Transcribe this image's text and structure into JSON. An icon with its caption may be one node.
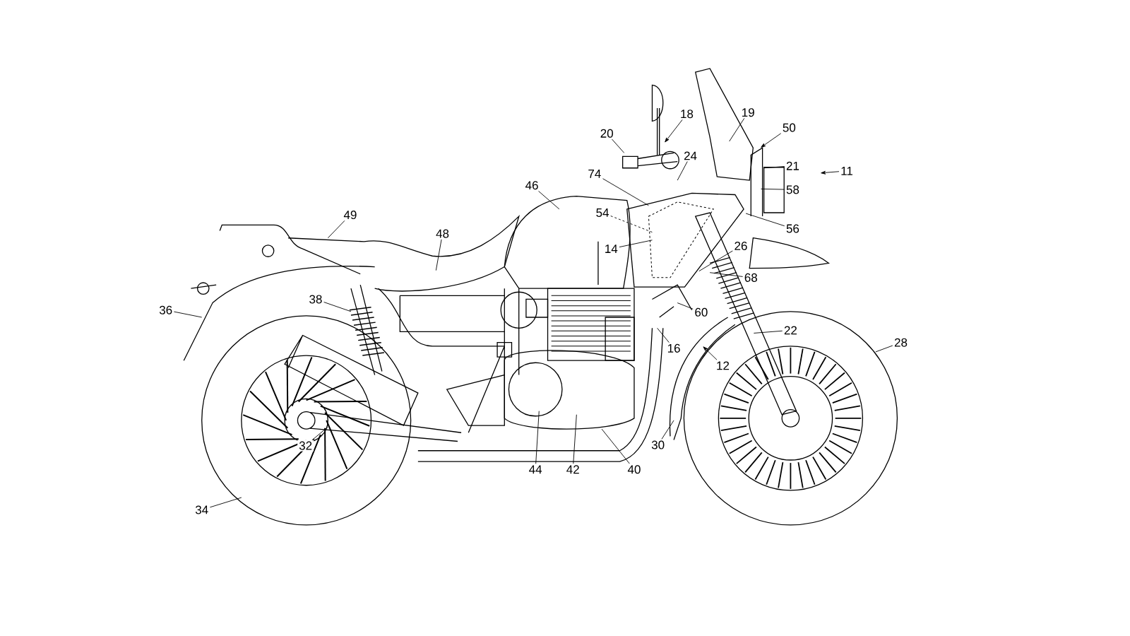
{
  "diagram": {
    "nodes": [
      {
        "text": [
          "19"
        ]
      },
      {
        "text": [
          "18"
        ]
      },
      {
        "text": [
          "50"
        ]
      },
      {
        "text": [
          "20"
        ]
      },
      {
        "text": [
          "24"
        ]
      },
      {
        "text": [
          "21"
        ]
      },
      {
        "text": [
          "11"
        ]
      },
      {
        "text": [
          "74"
        ]
      },
      {
        "text": [
          "46"
        ]
      },
      {
        "text": [
          "58"
        ]
      },
      {
        "text": [
          "54"
        ]
      },
      {
        "text": [
          "49"
        ]
      },
      {
        "text": [
          "56"
        ]
      },
      {
        "text": [
          "48"
        ]
      },
      {
        "text": [
          "26"
        ]
      },
      {
        "text": [
          "14"
        ]
      },
      {
        "text": [
          "68"
        ]
      },
      {
        "text": [
          "38"
        ]
      },
      {
        "text": [
          "36"
        ]
      },
      {
        "text": [
          "60"
        ]
      },
      {
        "text": [
          "22"
        ]
      },
      {
        "text": [
          "28"
        ]
      },
      {
        "text": [
          "16"
        ]
      },
      {
        "text": [
          "12"
        ]
      },
      {
        "text": [
          "30"
        ]
      },
      {
        "text": [
          "32"
        ]
      },
      {
        "text": [
          "44"
        ]
      },
      {
        "text": [
          "42"
        ]
      },
      {
        "text": [
          "40"
        ]
      },
      {
        "text": [
          "34"
        ]
      }
    ],
    "edges": [
      {
        "from": 0,
        "to": null,
        "arrow": "none"
      },
      {
        "from": 1,
        "to": null,
        "arrow": "to"
      },
      {
        "from": 2,
        "to": null,
        "arrow": "to"
      },
      {
        "from": 3,
        "to": null,
        "arrow": "none"
      },
      {
        "from": 4,
        "to": null,
        "arrow": "none"
      },
      {
        "from": 5,
        "to": null,
        "arrow": "none"
      },
      {
        "from": 6,
        "to": null,
        "arrow": "to"
      },
      {
        "from": 7,
        "to": null,
        "arrow": "none"
      },
      {
        "from": 8,
        "to": null,
        "arrow": "none"
      },
      {
        "from": 9,
        "to": null,
        "arrow": "none"
      },
      {
        "from": 10,
        "to": null,
        "arrow": "none",
        "style": "dashed"
      },
      {
        "from": 11,
        "to": null,
        "arrow": "none"
      },
      {
        "from": 12,
        "to": null,
        "arrow": "none"
      },
      {
        "from": 13,
        "to": null,
        "arrow": "none"
      },
      {
        "from": 14,
        "to": null,
        "arrow": "none"
      },
      {
        "from": 15,
        "to": null,
        "arrow": "none"
      },
      {
        "from": 16,
        "to": null,
        "arrow": "none"
      },
      {
        "from": 17,
        "to": null,
        "arrow": "none"
      },
      {
        "from": 18,
        "to": null,
        "arrow": "none"
      },
      {
        "from": 19,
        "to": null,
        "arrow": "none"
      },
      {
        "from": 20,
        "to": null,
        "arrow": "none"
      },
      {
        "from": 21,
        "to": null,
        "arrow": "none"
      },
      {
        "from": 22,
        "to": null,
        "arrow": "none"
      },
      {
        "from": 23,
        "to": null,
        "arrow": "to"
      },
      {
        "from": 24,
        "to": null,
        "arrow": "none"
      },
      {
        "from": 25,
        "to": null,
        "arrow": "none"
      },
      {
        "from": 26,
        "to": null,
        "arrow": "none"
      },
      {
        "from": 27,
        "to": null,
        "arrow": "none"
      },
      {
        "from": 28,
        "to": null,
        "arrow": "none"
      },
      {
        "from": 29,
        "to": null,
        "arrow": "none"
      }
    ]
  }
}
